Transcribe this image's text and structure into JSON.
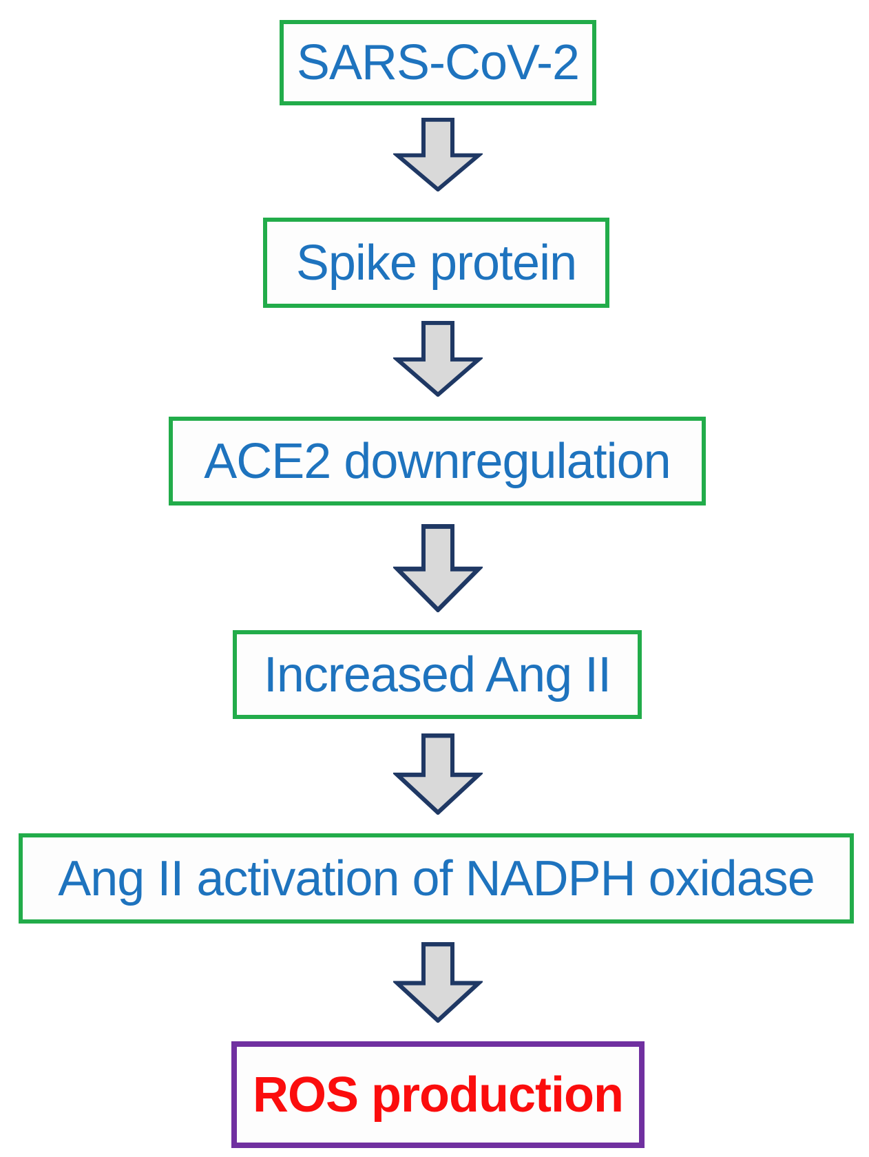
{
  "diagram": {
    "type": "flowchart",
    "direction": "top-to-bottom",
    "steps": [
      {
        "label": "SARS-CoV-2",
        "text_color": "#1e73be",
        "border_color": "#22ac4a",
        "bold": false
      },
      {
        "label": "Spike protein",
        "text_color": "#1e73be",
        "border_color": "#22ac4a",
        "bold": false
      },
      {
        "label": "ACE2 downregulation",
        "text_color": "#1e73be",
        "border_color": "#22ac4a",
        "bold": false
      },
      {
        "label": "Increased Ang II",
        "text_color": "#1e73be",
        "border_color": "#22ac4a",
        "bold": false
      },
      {
        "label": "Ang II activation of NADPH oxidase",
        "text_color": "#1e73be",
        "border_color": "#22ac4a",
        "bold": false
      },
      {
        "label": "ROS production",
        "text_color": "#fb0d0d",
        "border_color": "#7030a0",
        "bold": true
      }
    ],
    "connector": {
      "shape": "down-block-arrow",
      "fill_color": "#d9d9d9",
      "stroke_color": "#1f3864",
      "count": 5
    }
  }
}
